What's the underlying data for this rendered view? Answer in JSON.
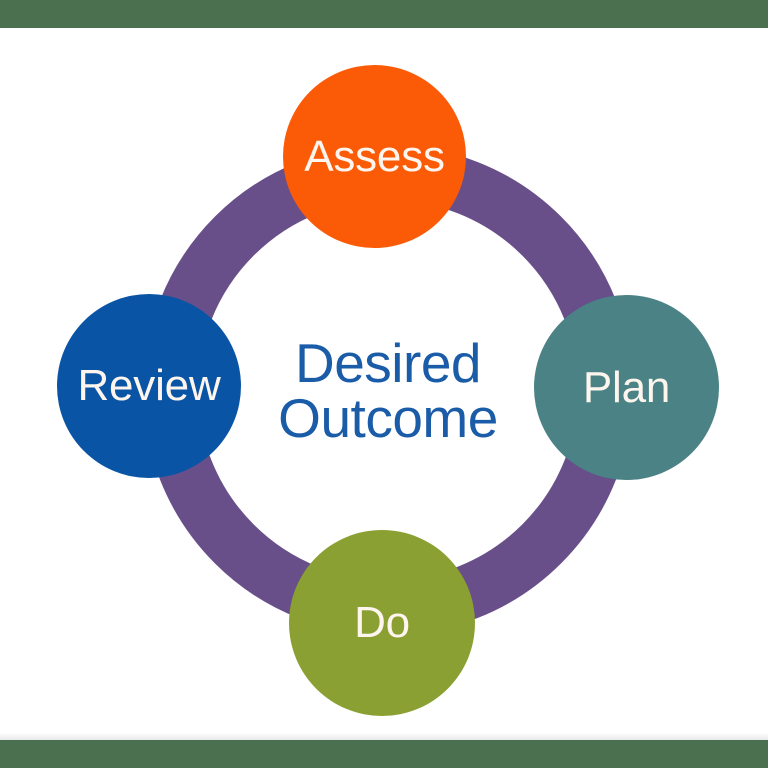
{
  "frame": {
    "band_color": "#4a7050",
    "background_color": "#ffffff"
  },
  "diagram": {
    "type": "cycle-diagram",
    "title": "Desired Outcome improvement cycle",
    "ring": {
      "name": "cycle-ring",
      "color": "#684f89"
    },
    "center": {
      "line1": "Desired",
      "line2": "Outcome",
      "color": "#1a5ca8"
    },
    "nodes": [
      {
        "id": "assess",
        "label": "Assess",
        "position": "top",
        "color": "#fb5b07",
        "text_color": "#fdf5ee"
      },
      {
        "id": "plan",
        "label": "Plan",
        "position": "right",
        "color": "#4a8285",
        "text_color": "#fdf5ee"
      },
      {
        "id": "do",
        "label": "Do",
        "position": "bottom",
        "color": "#8ba033",
        "text_color": "#fdf5ee"
      },
      {
        "id": "review",
        "label": "Review",
        "position": "left",
        "color": "#0a54a5",
        "text_color": "#fdf5ee"
      }
    ]
  }
}
